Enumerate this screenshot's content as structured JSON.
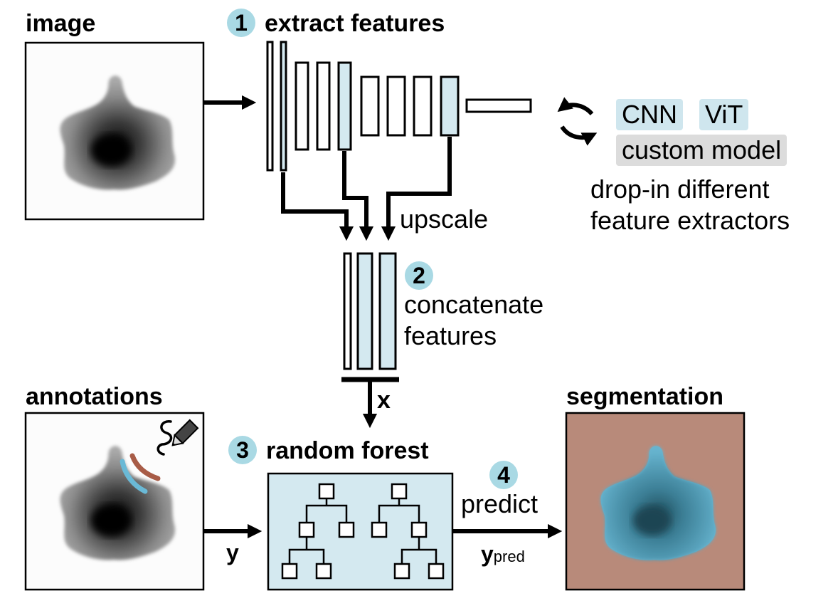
{
  "labels": {
    "image": "image",
    "annotations": "annotations",
    "segmentation": "segmentation"
  },
  "steps": [
    {
      "number": "1",
      "title": "extract features"
    },
    {
      "number": "2",
      "title_line1": "concatenate",
      "title_line2": "features"
    },
    {
      "number": "3",
      "title": "random forest"
    },
    {
      "number": "4",
      "title": "predict"
    }
  ],
  "upscale": "upscale",
  "feature_extractors": {
    "options": [
      "CNN",
      "ViT",
      "custom model"
    ],
    "caption_line1": "drop-in different",
    "caption_line2": "feature extractors"
  },
  "variables": {
    "x": "x",
    "y": "y",
    "y_pred_base": "y",
    "y_pred_sub": "pred"
  },
  "icons": [
    "swap-arrows-icon",
    "pencil-scribble-icon"
  ],
  "colors": {
    "feature_map_fill": "#d4e9f0",
    "step_badge": "#a9d9e4",
    "forest_box": "#d4e9f0",
    "segmentation_background": "#b88a7a",
    "segmentation_foreground": "#5aa6bf",
    "annotation_foreground_stroke": "#6ab9d6",
    "annotation_background_stroke": "#a85c47"
  }
}
